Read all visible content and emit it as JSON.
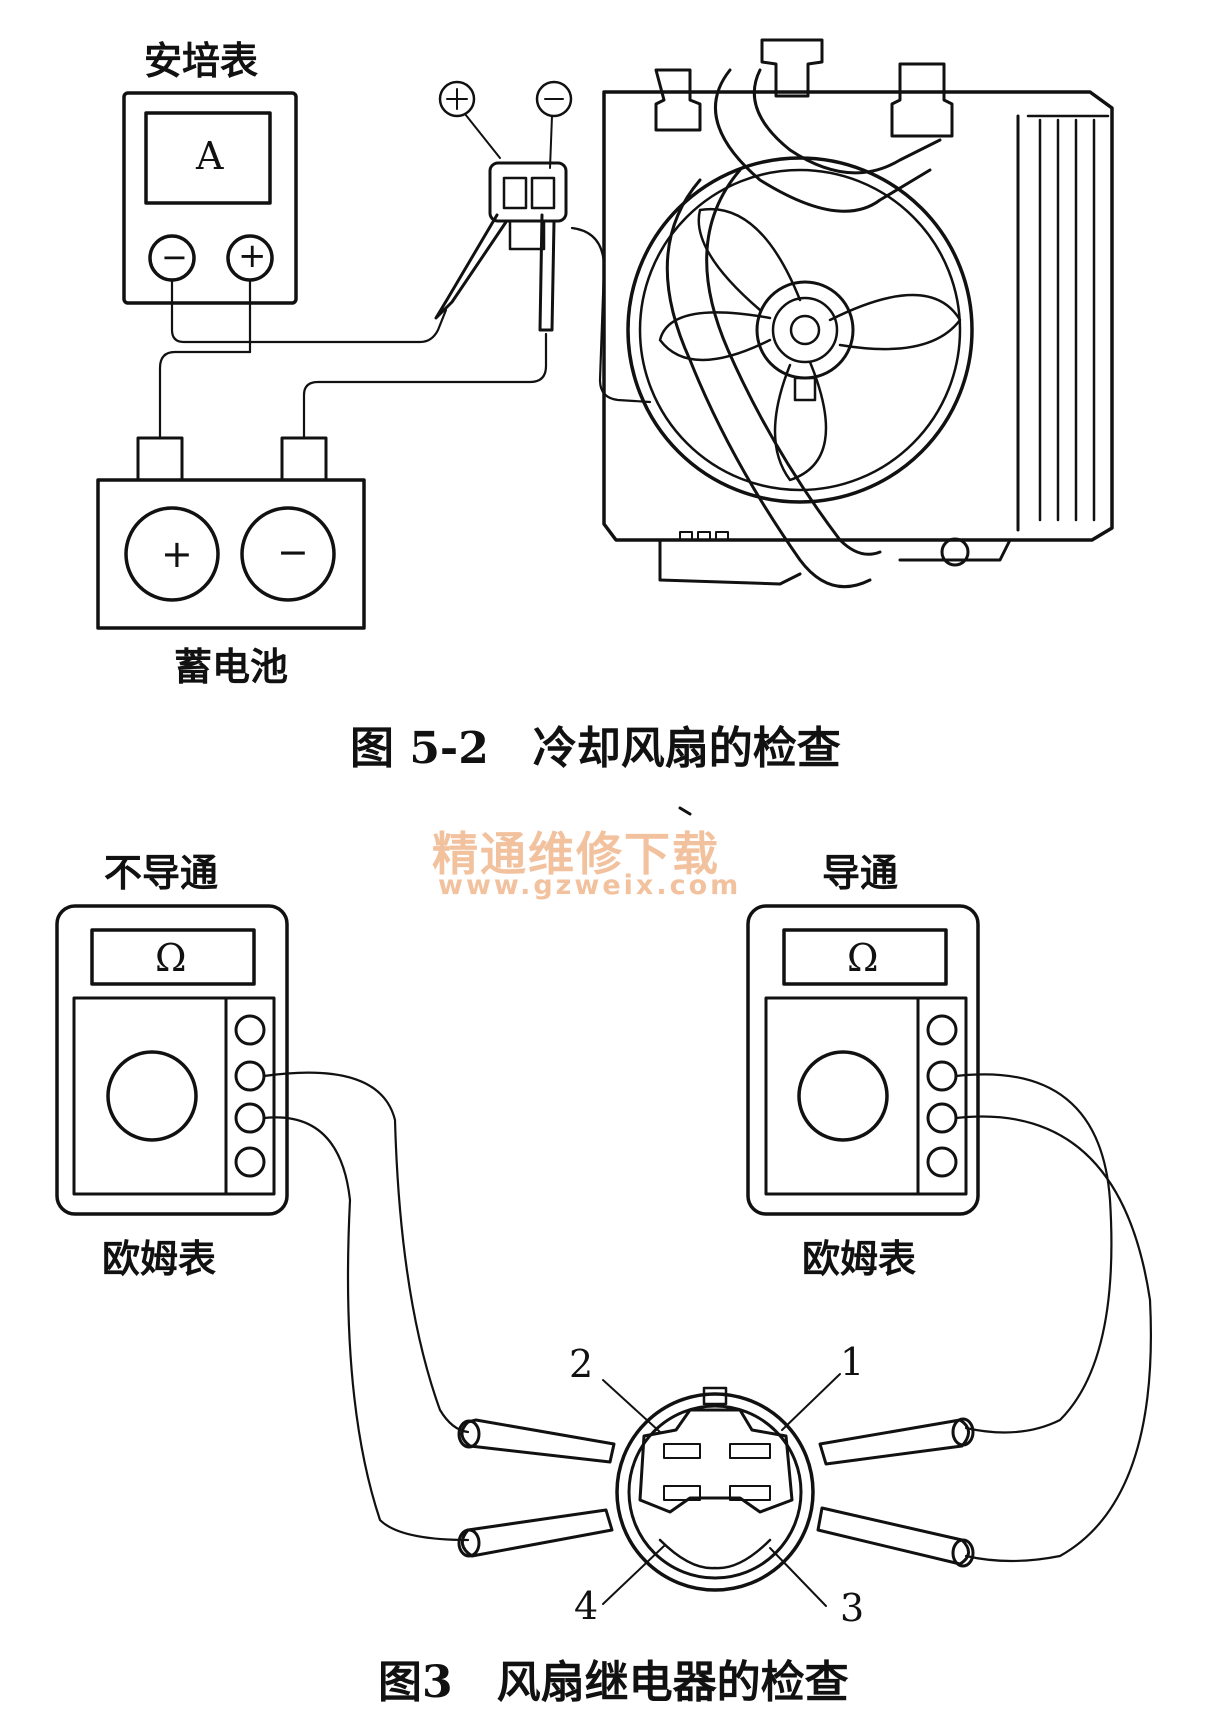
{
  "figure1": {
    "ammeter_label": "安培表",
    "ammeter_symbol": "A",
    "ammeter_minus": "−",
    "ammeter_plus": "+",
    "probe_plus": "+",
    "probe_minus": "−",
    "battery_label": "蓄电池",
    "battery_plus": "+",
    "battery_minus": "−",
    "caption": "图 5-2　冷却风扇的检查"
  },
  "watermark": {
    "title": "精通维修下载",
    "url": "www.gzweix.com"
  },
  "figure2": {
    "left_state": "不导通",
    "right_state": "导通",
    "ohm_symbol": "Ω",
    "left_meter_label": "欧姆表",
    "right_meter_label": "欧姆表",
    "pins": [
      "1",
      "2",
      "3",
      "4"
    ],
    "caption": "图3　风扇继电器的检查"
  }
}
